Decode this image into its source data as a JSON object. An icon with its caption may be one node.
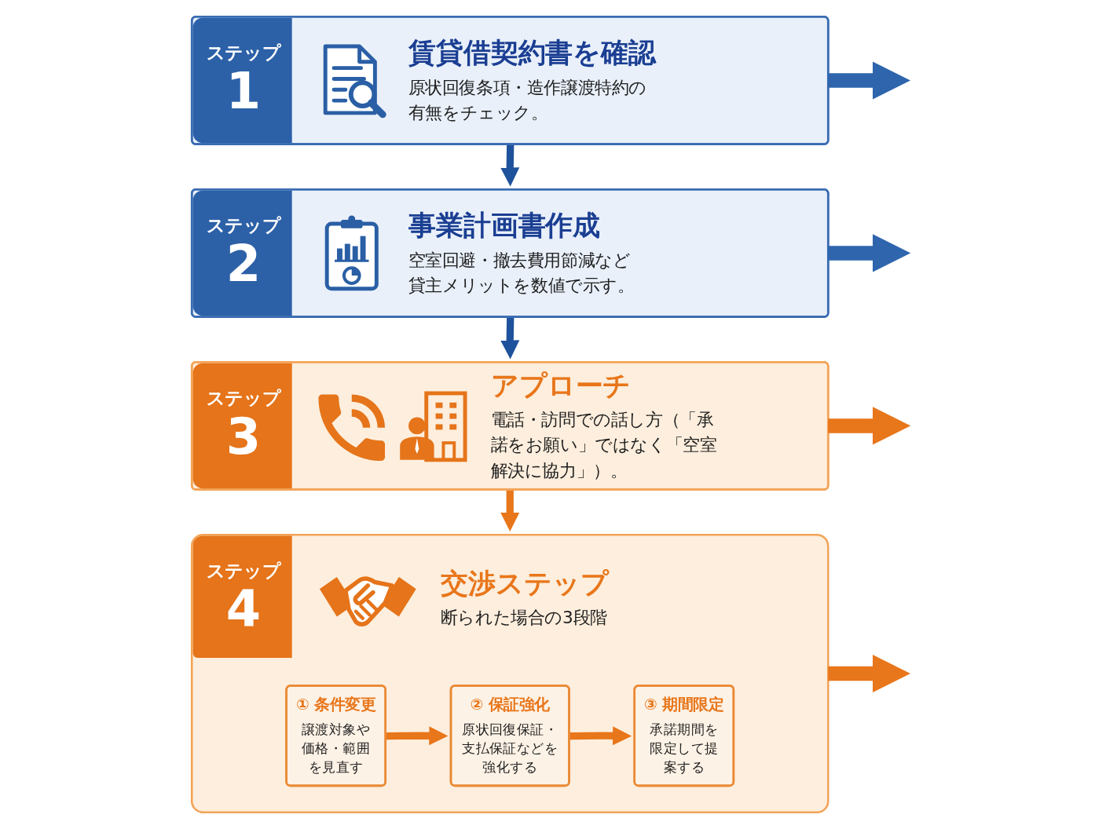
{
  "diagram": {
    "nodes": [
      {
        "text": [
          "ステップ",
          "1",
          "賃貸借契約書を確認",
          "原状回復条項・造作譲渡特約の有無をチェック。"
        ]
      },
      {
        "text": [
          "ステップ",
          "2",
          "事業計画書作成",
          "空室回避・撤去費用節減など貸主メリットを数値で示す。"
        ]
      },
      {
        "text": [
          "ステップ",
          "3",
          "アプローチ",
          "電話・訪問での話し方（「承諾をお願い」ではなく「空室解決に協力」）。"
        ]
      },
      {
        "text": [
          "ステップ",
          "4",
          "交渉ステップ",
          "断られた場合の3段階"
        ]
      },
      {
        "text": [
          "① 条件変更",
          "譲渡対象や価格・範囲を見直す"
        ],
        "in": 3
      },
      {
        "text": [
          "② 保証強化",
          "原状回復保証・支払保証などを強化する"
        ],
        "in": 3
      },
      {
        "text": [
          "③ 期間限定",
          "承諾期間を限定して提案する"
        ],
        "in": 3
      }
    ],
    "edges": [
      {
        "from": 0,
        "to": null,
        "arrow": "to",
        "color": "#2e65ad"
      },
      {
        "from": 0,
        "to": 1,
        "arrow": "to",
        "color": "#1f529c"
      },
      {
        "from": 1,
        "to": null,
        "arrow": "to",
        "color": "#2e65ad"
      },
      {
        "from": 1,
        "to": 2,
        "arrow": "to",
        "color": "#1f529c"
      },
      {
        "from": 2,
        "to": null,
        "arrow": "to"
      },
      {
        "from": 2,
        "to": 3,
        "arrow": "to"
      },
      {
        "from": 3,
        "to": null,
        "arrow": "to"
      },
      {
        "from": 4,
        "to": 5,
        "arrow": "to"
      },
      {
        "from": 5,
        "to": 6,
        "arrow": "to"
      }
    ]
  }
}
